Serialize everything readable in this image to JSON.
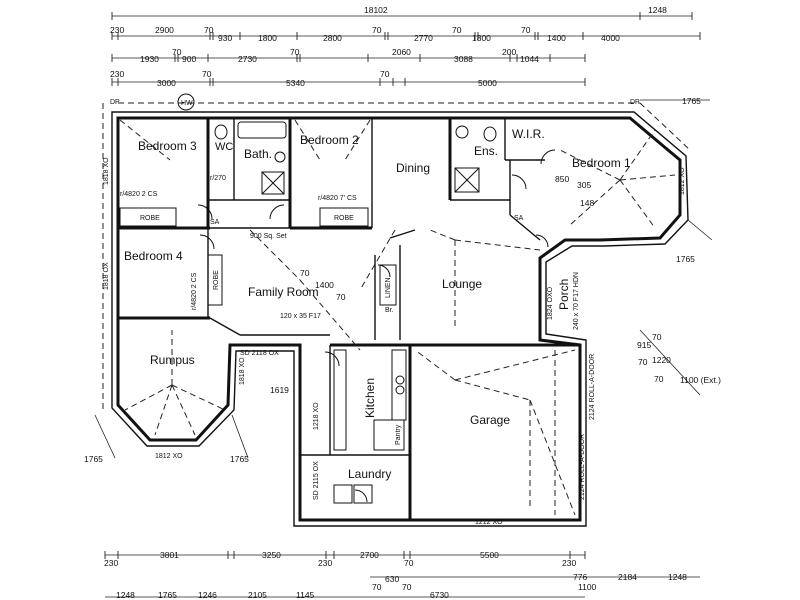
{
  "rooms": {
    "bedroom3": "Bedroom 3",
    "wc": "WC",
    "bath": "Bath.",
    "bedroom2": "Bedroom 2",
    "dining": "Dining",
    "ens": "Ens.",
    "wir": "W.I.R.",
    "bedroom1": "Bedroom 1",
    "bedroom4": "Bedroom 4",
    "family": "Family Room",
    "lounge": "Lounge",
    "rumpus": "Rumpus",
    "kitchen": "Kitchen",
    "garage": "Garage",
    "laundry": "Laundry",
    "porch": "Porch",
    "robe": "ROBE",
    "linen": "LINEN",
    "pantry": "Pantry",
    "hw": "HW",
    "dp": "DP",
    "bc": "Br.",
    "sa": "SA"
  },
  "notes": {
    "sq_set": "900 Sq. Set",
    "beam": "120 x 35 F17",
    "sd_2118": "SD 2118 OX",
    "sd_2115": "SD 2115 OX",
    "xo_1818": "1818 XO",
    "xo_1818_b": "1818 OX",
    "xo_1218": "1218 XO",
    "xo_1212": "1212 XO",
    "xo_1812": "1812 XO",
    "xo_1812_b": "1812 OX",
    "xo_1824": "1824 OXO",
    "roll_door": "2124 ROLL-A-DOOR",
    "roll_door_b": "2124 ROLL-A-DOOR",
    "ext": "1100 (Ext.)",
    "robe_r1": "r/4820 2 CS",
    "robe_r2": "r/4820 7' CS",
    "robe_r3": "r/270",
    "robe_r4": "r/4820 2 CS",
    "porch_beam": "240 x 70 F17 HDN",
    "n1400": "1400",
    "n70": "70",
    "n1619": "1619",
    "n850": "850",
    "n305": "305",
    "n148": "148"
  },
  "top_dims": {
    "total": "18102",
    "right": "1248",
    "row1": [
      "230",
      "2900",
      "70",
      "930",
      "1800",
      "2800",
      "70",
      "2770",
      "70",
      "1800",
      "70",
      "1400",
      "4000"
    ],
    "row2": [
      "1930",
      "70",
      "900",
      "2730",
      "70",
      "2060",
      "3088",
      "200",
      "1044"
    ],
    "row3": [
      "230",
      "3000",
      "70",
      "5340",
      "70",
      "5000"
    ]
  },
  "bottom_dims": {
    "row1": [
      "230",
      "3801",
      "3250",
      "230",
      "2700",
      "70",
      "5500",
      "230"
    ],
    "row2": [
      "630",
      "70",
      "70",
      "776",
      "2184",
      "1100",
      "1248"
    ],
    "row3": [
      "1248",
      "1765",
      "1246",
      "2105",
      "1145",
      "6730"
    ]
  },
  "side_dims": {
    "d1765_tr": "1765",
    "d1765_r": "1765",
    "d1765_bl": "1765",
    "d1765_br": "1765",
    "d915": "915",
    "d1220": "1220",
    "d70a": "70",
    "d70b": "70",
    "d70c": "70"
  }
}
